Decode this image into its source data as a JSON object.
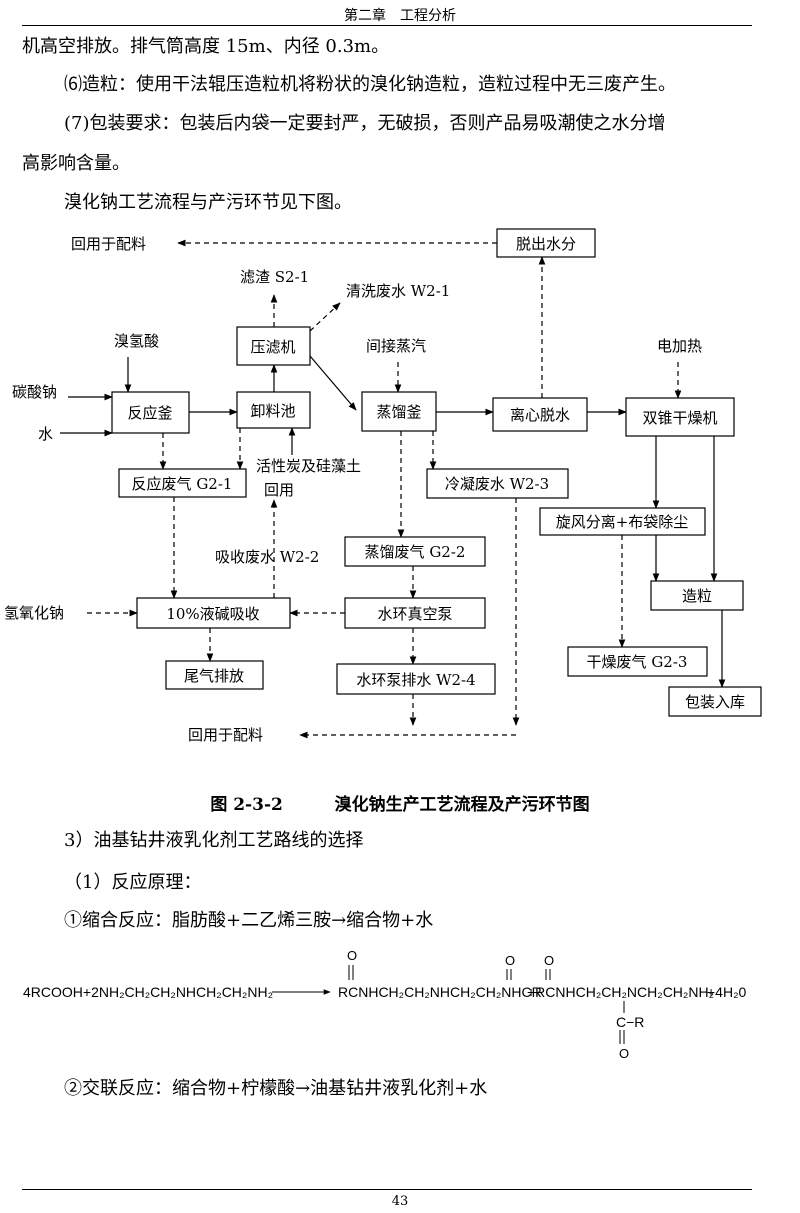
{
  "header": {
    "title": "第二章　工程分析"
  },
  "paragraphs": {
    "p1": "机高空排放。排气筒高度 15m、内径 0.3m。",
    "p2": "⑹造粒：使用干法辊压造粒机将粉状的溴化钠造粒，造粒过程中无三废产生。",
    "p3a": "(7)包装要求：包装后内袋一定要封严，无破损，否则产品易吸潮使之水分增",
    "p3b": "高影响含量。",
    "p4": "溴化钠工艺流程与产污环节见下图。"
  },
  "flow": {
    "recycle_top": "回用于配料",
    "dewater": "脱出水分",
    "filter_residue": "滤渣 S2-1",
    "wash_water": "清洗废水 W2-1",
    "filter_press": "压滤机",
    "hbr": "溴氢酸",
    "indirect_steam": "间接蒸汽",
    "electric_heat": "电加热",
    "na2co3": "碳酸钠",
    "water": "水",
    "reactor": "反应釜",
    "unload_tank": "卸料池",
    "distiller": "蒸馏釜",
    "centrifuge": "离心脱水",
    "dryer": "双锥干燥机",
    "reaction_gas": "反应废气 G2-1",
    "carbon_line1": "活性炭及硅藻土",
    "carbon_line2": "回用",
    "condensate": "冷凝废水 W2-3",
    "cyclone": "旋风分离+布袋除尘",
    "absorb_water": "吸收废水 W2-2",
    "distill_gas": "蒸馏废气 G2-2",
    "granulate": "造粒",
    "naoh": "氢氧化钠",
    "alkali_absorb": "10%液碱吸收",
    "vacuum_pump": "水环真空泵",
    "dry_gas": "干燥废气 G2-3",
    "exhaust": "尾气排放",
    "pump_drain": "水环泵排水 W2-4",
    "pack": "包装入库",
    "recycle_bottom": "回用于配料"
  },
  "caption": {
    "num": "图 2-3-2",
    "title": "溴化钠生产工艺流程及产污环节图"
  },
  "section": {
    "s1": "3）油基钻井液乳化剂工艺路线的选择",
    "s2": "（1）反应原理：",
    "s3": "①缩合反应：脂肪酸+二乙烯三胺→缩合物+水",
    "s4": "②交联反应：缩合物+柠檬酸→油基钻井液乳化剂+水"
  },
  "equation": {
    "reactants": "4RCOOH+2NH₂CH₂CH₂NHCH₂CH₂NH₂",
    "product1": "RCNHCH₂CH₂NHCH₂CH₂NHCR",
    "product2": "+RCNHCH₂CH₂NCH₂CH₂NH₂",
    "water": "+4H₂0",
    "o_mark": "O",
    "cr_label": "C−R"
  },
  "footer": {
    "page_number": "43"
  }
}
